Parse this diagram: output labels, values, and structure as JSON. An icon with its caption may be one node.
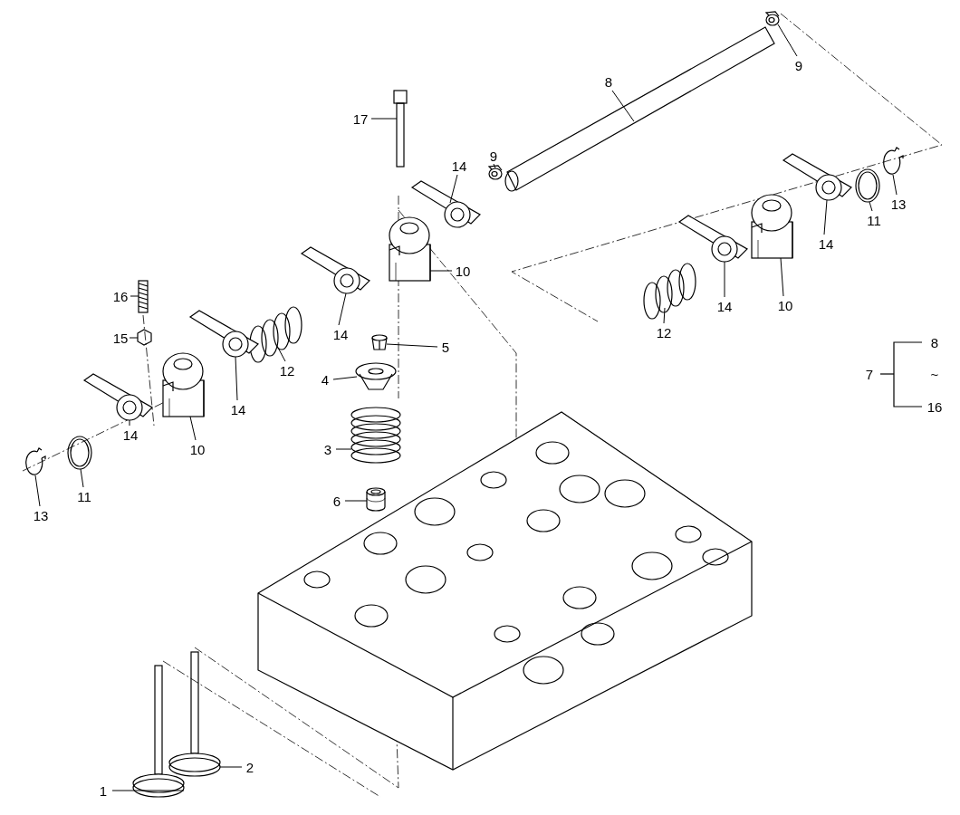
{
  "diagram": {
    "nodes": [
      {
        "text": [
          "9"
        ]
      },
      {
        "text": [
          "8"
        ]
      },
      {
        "text": [
          "17"
        ]
      },
      {
        "text": [
          "14"
        ]
      },
      {
        "text": [
          "9"
        ]
      },
      {
        "text": [
          "13"
        ]
      },
      {
        "text": [
          "11"
        ]
      },
      {
        "text": [
          "14"
        ]
      },
      {
        "text": [
          "10"
        ]
      },
      {
        "text": [
          "16"
        ]
      },
      {
        "text": [
          "14"
        ]
      },
      {
        "text": [
          "12"
        ]
      },
      {
        "text": [
          "15"
        ]
      },
      {
        "text": [
          "5"
        ]
      },
      {
        "text": [
          "12"
        ]
      },
      {
        "text": [
          "14"
        ]
      },
      {
        "text": [
          "10"
        ]
      },
      {
        "text": [
          "4"
        ]
      },
      {
        "text": [
          "14"
        ]
      },
      {
        "text": [
          "3"
        ]
      },
      {
        "text": [
          "10"
        ]
      },
      {
        "text": [
          "14"
        ]
      },
      {
        "text": [
          "11"
        ]
      },
      {
        "text": [
          "6"
        ]
      },
      {
        "text": [
          "13"
        ]
      },
      {
        "text": [
          "2"
        ]
      },
      {
        "text": [
          "1"
        ]
      },
      {
        "text": [],
        "shape": "picture"
      },
      {
        "text": [],
        "shape": "picture"
      },
      {
        "text": [],
        "shape": "picture"
      },
      {
        "text": [],
        "shape": "picture"
      },
      {
        "text": [],
        "shape": "picture"
      },
      {
        "text": [],
        "shape": "picture"
      },
      {
        "text": [],
        "shape": "picture"
      },
      {
        "text": [],
        "shape": "picture"
      },
      {
        "text": [],
        "shape": "picture"
      },
      {
        "text": [],
        "shape": "picture"
      },
      {
        "text": [],
        "shape": "picture"
      },
      {
        "text": [],
        "shape": "picture"
      },
      {
        "text": [],
        "shape": "picture"
      },
      {
        "text": [],
        "shape": "picture"
      },
      {
        "text": [],
        "shape": "picture"
      },
      {
        "text": [],
        "shape": "picture"
      },
      {
        "text": [],
        "shape": "picture"
      },
      {
        "text": [],
        "shape": "picture"
      },
      {
        "text": [],
        "shape": "picture"
      },
      {
        "text": [],
        "shape": "picture"
      },
      {
        "text": [],
        "shape": "picture"
      },
      {
        "text": [],
        "shape": "picture"
      },
      {
        "text": [],
        "shape": "picture"
      },
      {
        "text": [],
        "shape": "picture"
      },
      {
        "text": [],
        "shape": "picture"
      },
      {
        "text": [],
        "shape": "picture"
      },
      {
        "text": [],
        "shape": "picture"
      }
    ],
    "edges": [
      {
        "from": 0,
        "to": 27,
        "arrow": "none"
      },
      {
        "from": 1,
        "to": 28,
        "arrow": "none"
      },
      {
        "from": 2,
        "to": 29,
        "arrow": "none"
      },
      {
        "from": 3,
        "to": 30,
        "arrow": "none"
      },
      {
        "from": 4,
        "to": 31,
        "arrow": "none"
      },
      {
        "from": 5,
        "to": 32,
        "arrow": "none"
      },
      {
        "from": 6,
        "to": 33,
        "arrow": "none"
      },
      {
        "from": 7,
        "to": 34,
        "arrow": "none"
      },
      {
        "from": 8,
        "to": 35,
        "arrow": "none"
      },
      {
        "from": 9,
        "to": 36,
        "arrow": "none"
      },
      {
        "from": 10,
        "to": 37,
        "arrow": "none"
      },
      {
        "from": 11,
        "to": 38,
        "arrow": "none"
      },
      {
        "from": 12,
        "to": 39,
        "arrow": "none"
      },
      {
        "from": 13,
        "to": 40,
        "arrow": "none"
      },
      {
        "from": 14,
        "to": 41,
        "arrow": "none"
      },
      {
        "from": 15,
        "to": 42,
        "arrow": "none"
      },
      {
        "from": 16,
        "to": 43,
        "arrow": "none"
      },
      {
        "from": 17,
        "to": 44,
        "arrow": "none"
      },
      {
        "from": 18,
        "to": 45,
        "arrow": "none"
      },
      {
        "from": 19,
        "to": 46,
        "arrow": "none"
      },
      {
        "from": 20,
        "to": 47,
        "arrow": "none"
      },
      {
        "from": 21,
        "to": 48,
        "arrow": "none"
      },
      {
        "from": 22,
        "to": 49,
        "arrow": "none"
      },
      {
        "from": 23,
        "to": 50,
        "arrow": "none"
      },
      {
        "from": 24,
        "to": 51,
        "arrow": "none"
      },
      {
        "from": 25,
        "to": 52,
        "arrow": "none"
      },
      {
        "from": 26,
        "to": 53,
        "arrow": "none"
      }
    ],
    "labels": [
      "8",
      "7",
      "~",
      "16"
    ]
  }
}
